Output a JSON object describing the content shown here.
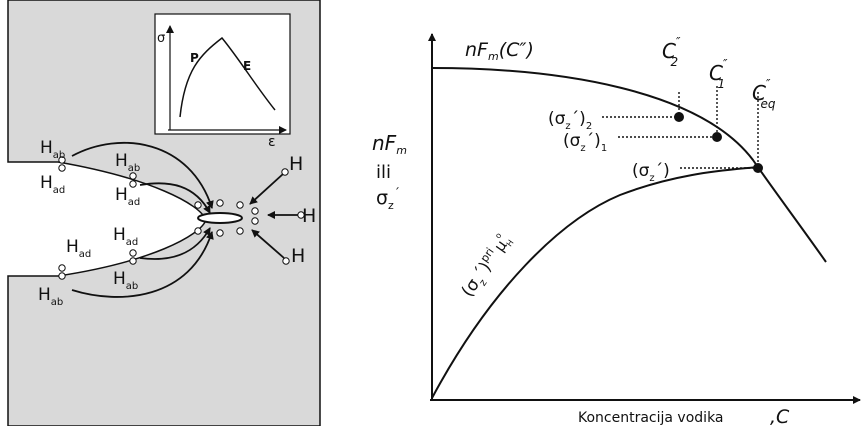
{
  "left_panel": {
    "inset": {
      "y_axis": "σ",
      "x_axis": "ε",
      "peak_label": "P",
      "decay_label": "E"
    },
    "labels": {
      "h_ab": "H",
      "h_ab_sub": "ab",
      "h_ad": "H",
      "h_ad_sub": "ad",
      "h": "H"
    }
  },
  "right_panel": {
    "curve_upper": {
      "main": "nF",
      "sub": "m",
      "arg": "(C″)"
    },
    "y_axis_label": {
      "line1": "nF",
      "line1_sub": "m",
      "line2": "ili",
      "line3": "σ",
      "line3_sub": "z",
      "line3_sup": "´"
    },
    "points": [
      {
        "top": "C",
        "top_sup": "″",
        "top_sub": "2",
        "left": "(σ",
        "left_sub": "z",
        "left_tail": "´)",
        "left_tail_sub": "2"
      },
      {
        "top": "C",
        "top_sup": "″",
        "top_sub": "1",
        "left": "(σ",
        "left_sub": "z",
        "left_tail": "´)",
        "left_tail_sub": "1"
      },
      {
        "top": "C",
        "top_sup": "″",
        "top_sub": "eq",
        "left": "(σ",
        "left_sub": "z",
        "left_tail": "´)",
        "left_tail_sub": ""
      }
    ],
    "curve_lower": {
      "main": "(σ",
      "sub": "z",
      "tail": "´)",
      "sup": "pri",
      "mu": "μ",
      "mu_sub": "H",
      "mu_sup": "o"
    },
    "x_axis_label": "Koncentracija vodika",
    "x_axis_symbol": ",C"
  }
}
